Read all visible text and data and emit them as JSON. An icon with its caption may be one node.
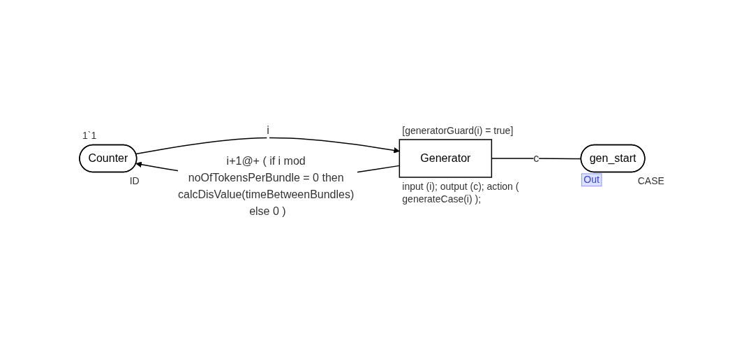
{
  "diagram": {
    "nodes": [
      {
        "text": [
          "Counter"
        ],
        "beside": [
          "1`1",
          "ID"
        ]
      },
      {
        "text": [
          "Generator"
        ],
        "beside": [
          "[generatorGuard(i) = true]",
          "input (i); output (c); action ( generateCase(i) );"
        ]
      },
      {
        "text": [
          "gen_start"
        ],
        "beside": [
          "Out",
          "CASE"
        ]
      }
    ],
    "edges": [
      {
        "from": 0,
        "to": 1,
        "arrow": "to",
        "label": "i"
      },
      {
        "from": 1,
        "to": 0,
        "arrow": "to",
        "label": "i+1@+ ( if i mod noOfTokensPerBundle = 0 then calcDisValue(timeBetweenBundles) else 0 )"
      },
      {
        "from": 1,
        "to": 2,
        "arrow": "none",
        "label": "c"
      }
    ]
  }
}
